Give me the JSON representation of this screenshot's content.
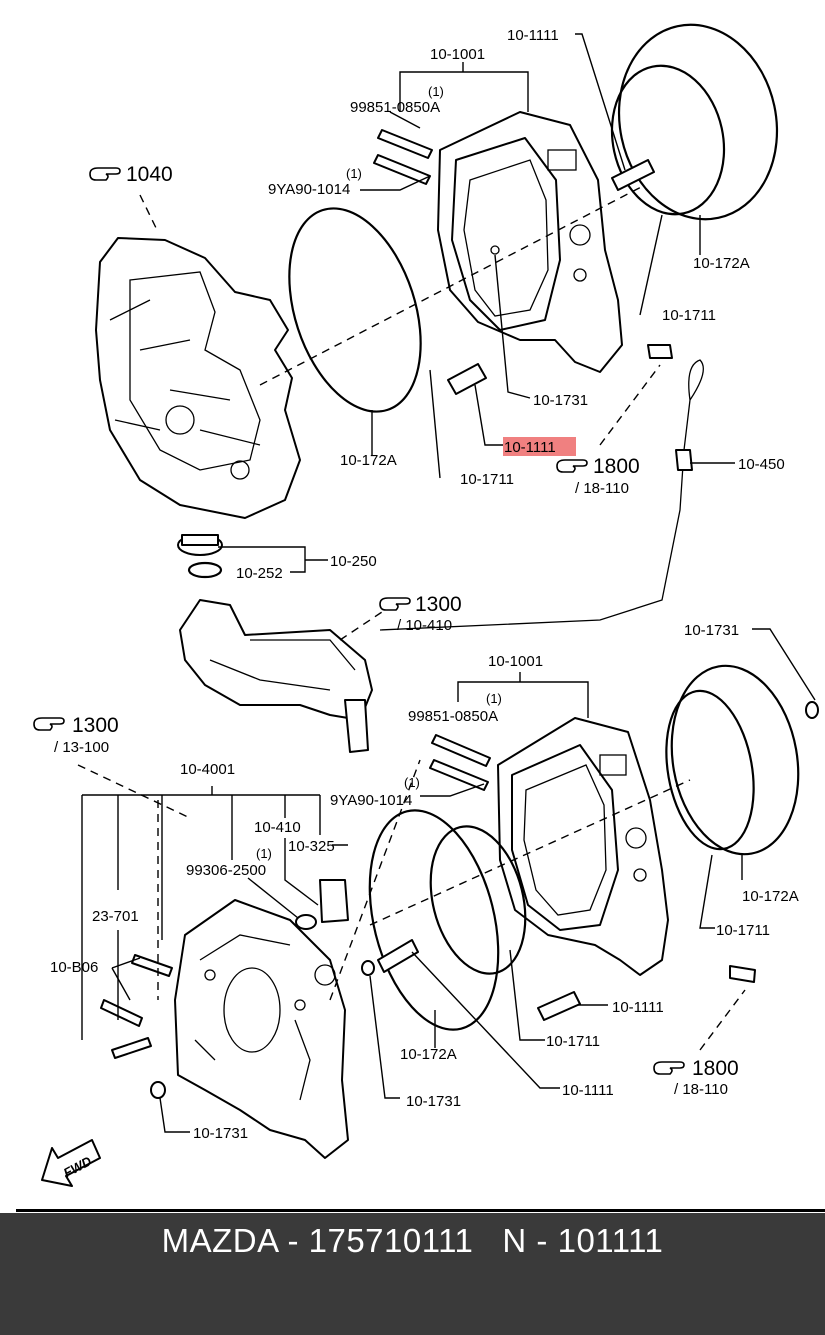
{
  "footer": {
    "brand": "MAZDA",
    "sep1": " - ",
    "part_number": "175710111",
    "gap": "   ",
    "n_prefix": "N",
    "sep2": " - ",
    "n_value": "101111"
  },
  "highlight_color": "#f08080",
  "refs": {
    "r1040": "1040",
    "r1300a": "1300",
    "r1300a_sub": "/ 10-410",
    "r1300b": "1300",
    "r1300b_sub": "/ 13-100",
    "r1800a": "1800",
    "r1800a_sub": "/ 18-110",
    "r1800b": "1800",
    "r1800b_sub": "/ 18-110"
  },
  "labels": {
    "top_housing": "10-1001",
    "top_qty_a": "(1)",
    "top_stud_a": "99851-0850A",
    "top_qty_b": "(1)",
    "top_stud_b": "9YA90-1014",
    "top_pin_right": "10-1111",
    "top_ring_right": "10-172A",
    "top_oring_right": "10-1711",
    "top_ring_left": "10-172A",
    "top_oring_left": "10-1711",
    "top_plug": "10-1731",
    "top_pin_highlight": "10-1111",
    "dipstick": "10-450",
    "filler_assy": "10-250",
    "filler_gasket": "10-252",
    "bot_housing": "10-1001",
    "bot_qty_a": "(1)",
    "bot_stud_a": "99851-0850A",
    "bot_qty_b": "(1)",
    "bot_stud_b": "9YA90-1014",
    "bot_plug_right": "10-1731",
    "bot_ring_right": "10-172A",
    "bot_oring_right": "10-1711",
    "bot_pin_right": "10-1111",
    "bot_oring_mid": "10-1711",
    "bot_ring_left": "10-172A",
    "bot_pin_bottom": "10-1111",
    "bot_plug_left": "10-1731",
    "front_cover": "10-4001",
    "cover_410": "10-410",
    "cover_325": "10-325",
    "cover_qty": "(1)",
    "cover_bolt": "99306-2500",
    "cover_701": "23-701",
    "cover_b06": "10-B06",
    "cover_plug": "10-1731",
    "fwd": "FWD"
  }
}
